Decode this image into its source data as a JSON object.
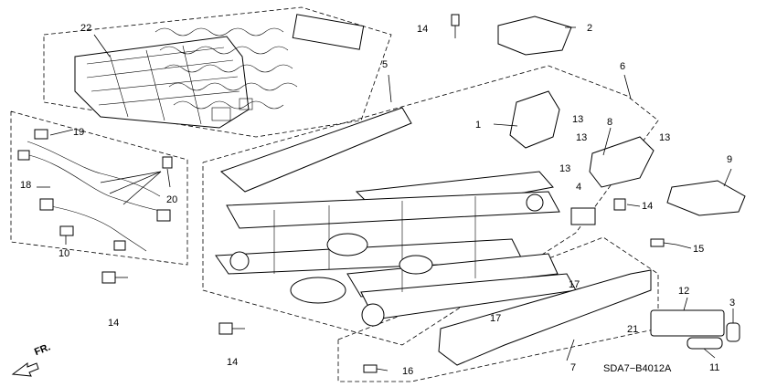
{
  "diagram_code": "SDA7−B4012A",
  "direction_label": "FR.",
  "labels": {
    "l1": "1",
    "l2": "2",
    "l3": "3",
    "l4": "4",
    "l5": "5",
    "l6": "6",
    "l7": "7",
    "l8": "8",
    "l9": "9",
    "l10": "10",
    "l11": "11",
    "l12": "12",
    "l13a": "13",
    "l13b": "13",
    "l13c": "13",
    "l13d": "13",
    "l14a": "14",
    "l14b": "14",
    "l14c": "14",
    "l14d": "14",
    "l15": "15",
    "l16": "16",
    "l17a": "17",
    "l17b": "17",
    "l18": "18",
    "l19": "19",
    "l20": "20",
    "l21": "21",
    "l22": "22"
  }
}
